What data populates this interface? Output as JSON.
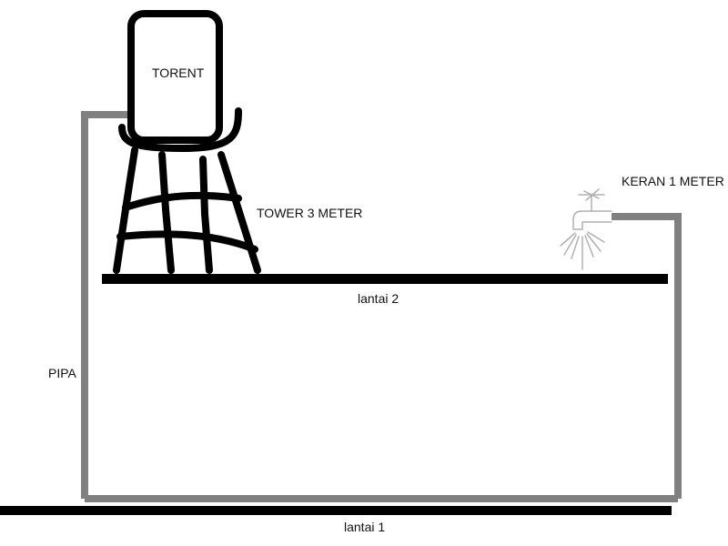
{
  "labels": {
    "torent": "TORENT",
    "tower": "TOWER 3 METER",
    "keran": "KERAN 1 METER",
    "lantai_2": "lantai 2",
    "pipa": "PIPA",
    "lantai_1": "lantai 1"
  },
  "colors": {
    "floor": "#000000",
    "pipe": "#808080",
    "tank_outline": "#000000",
    "tower_legs": "#000000",
    "faucet": "#b0b0b0",
    "background": "#ffffff"
  }
}
